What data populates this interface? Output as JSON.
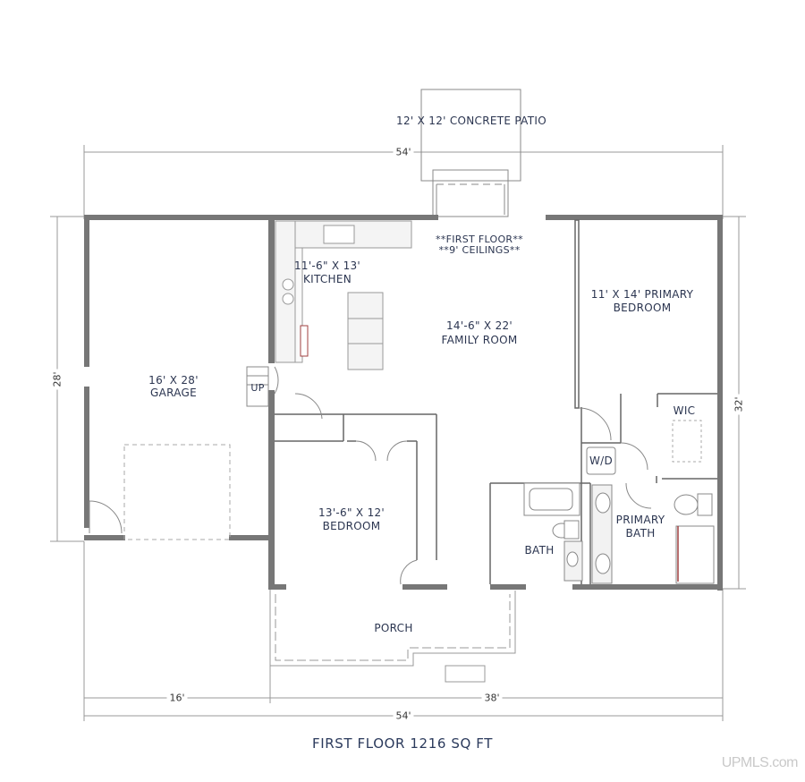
{
  "plan": {
    "title": "FIRST FLOOR 1216 SQ FT",
    "watermark": "UPMLS.com",
    "wall_color": "#777777",
    "label_color": "#2b3550",
    "notes": [
      "**FIRST FLOOR**",
      "**9' CEILINGS**"
    ]
  },
  "rooms": {
    "patio": {
      "dims": "12' X 12' CONCRETE PATIO"
    },
    "kitchen": {
      "dims": "11'-6\" X 13'",
      "name": "KITCHEN"
    },
    "family": {
      "dims": "14'-6\" X 22'",
      "name": "FAMILY ROOM"
    },
    "primary_bedroom": {
      "dims": "11' X 14' PRIMARY",
      "name": "BEDROOM"
    },
    "garage": {
      "dims": "16' X 28'",
      "name": "GARAGE"
    },
    "bedroom": {
      "dims": "13'-6\" X 12'",
      "name": "BEDROOM"
    },
    "bath": {
      "name": "BATH"
    },
    "primary_bath": {
      "line1": "PRIMARY",
      "line2": "BATH"
    },
    "wic": {
      "name": "WIC"
    },
    "laundry": {
      "name": "W/D"
    },
    "porch": {
      "name": "PORCH"
    },
    "stairs": {
      "name": "UP"
    }
  },
  "dimensions": {
    "top_overall": "54'",
    "left_garage": "28'",
    "right_house": "32'",
    "bottom_left": "16'",
    "bottom_right": "38'",
    "bottom_overall": "54'"
  }
}
